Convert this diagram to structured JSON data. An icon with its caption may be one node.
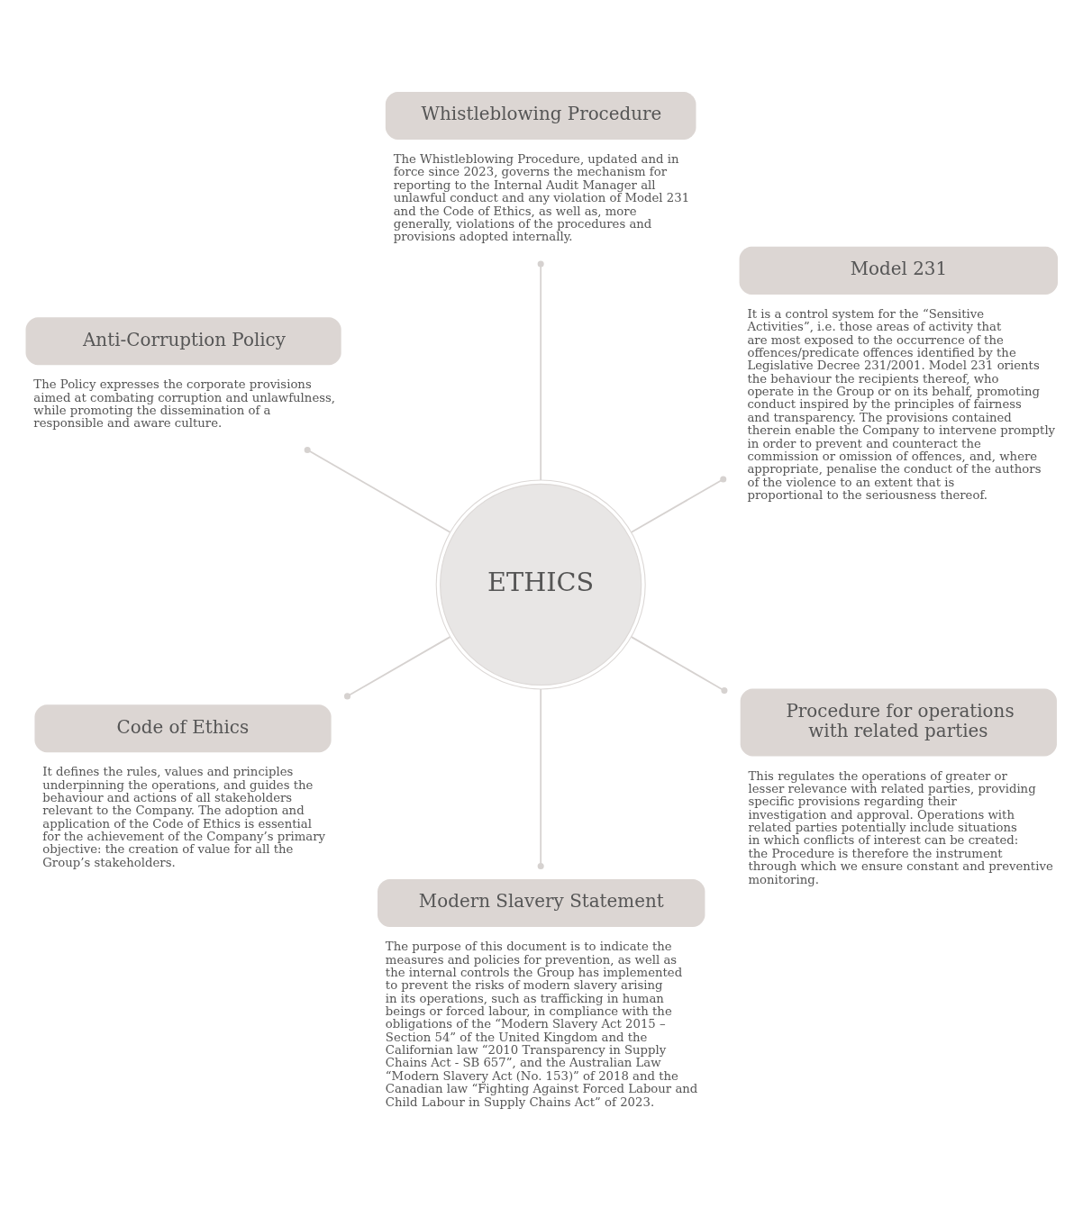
{
  "diagram": {
    "nodes": [
      {
        "text": [
          "ETHICS"
        ]
      },
      {
        "text": [
          "Model 231",
          "It is a control system for the “Sensitive Activities”, i.e. those areas of activity that are most exposed to the occurrence of the offences/predicate offences identified by the Legislative Decree 231/2001. Model 231 orients the behaviour the recipients thereof, who operate in the Group or on its behalf, promoting conduct inspired by the principles of fairness and transparency. The provisions contained therein enable the Company to intervene promptly in order to prevent and counteract the commission or omission of offences, and, where appropriate, penalise the conduct of the authors of the violence to an extent that is proportional to the seriousness thereof."
        ]
      },
      {
        "text": [
          "Whistleblowing Procedure",
          "The Whistleblowing Procedure, updated and in force since 2023, governs the mechanism for reporting to the Internal Audit Manager all unlawful conduct and any violation of Model 231 and the Code of Ethics, as well as, more generally, violations of the procedures and provisions adopted internally."
        ]
      },
      {
        "text": [
          "Anti-Corruption Policy",
          "The Policy expresses the corporate provisions aimed at combating corruption and unlawfulness, while promoting the dissemination of a responsible and aware culture."
        ]
      },
      {
        "text": [
          "Code of Ethics",
          "It defines the rules, values and principles underpinning the operations, and guides the behaviour and actions of all stakeholders relevant to the Company. The adoption and application of the Code of Ethics is essential for the achievement of the Company’s primary objective: the creation of value for all the Group’s stakeholders."
        ]
      },
      {
        "text": [
          "Modern Slavery Statement",
          "The purpose of this document is to indicate the measures and policies for prevention, as well as the internal controls the Group has implemented to prevent the risks of modern slavery arising in its operations, such as trafficking in human beings or forced labour, in compliance with the obligations of the “Modern Slavery Act 2015 – Section 54” of the United Kingdom and the Californian law “2010 Transparency in Supply Chains Act - SB 657”, and the Australian Law “Modern Slavery Act (No. 153)” of 2018 and the Canadian law “Fighting Against Forced Labour and Child Labour in Supply Chains Act” of 2023."
        ]
      },
      {
        "text": [
          "Procedure for operations with related parties",
          "This regulates the operations of greater or lesser relevance with related parties, providing specific provisions regarding their investigation and approval. Operations with related parties potentially include situations in which conflicts of interest can be created: the Procedure is therefore the instrument through which we ensure constant and preventive monitoring."
        ]
      }
    ],
    "edges": [
      {
        "from": 0,
        "to": 1,
        "arrow": "other"
      },
      {
        "from": 0,
        "to": 2,
        "arrow": "other"
      },
      {
        "from": 0,
        "to": 3,
        "arrow": "other"
      },
      {
        "from": 0,
        "to": 4,
        "arrow": "other"
      },
      {
        "from": 0,
        "to": 5,
        "arrow": "other"
      },
      {
        "from": 0,
        "to": 6,
        "arrow": "other"
      }
    ]
  }
}
